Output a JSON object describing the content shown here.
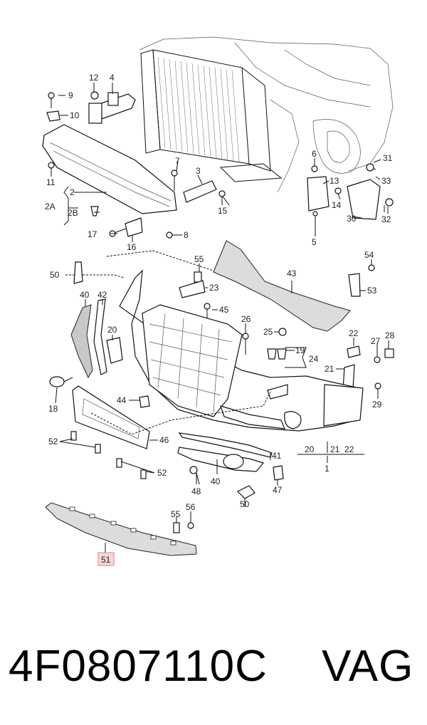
{
  "diagram": {
    "callouts": [
      {
        "id": "c12",
        "text": "12"
      },
      {
        "id": "c4",
        "text": "4"
      },
      {
        "id": "c9",
        "text": "9"
      },
      {
        "id": "c10",
        "text": "10"
      },
      {
        "id": "c11",
        "text": "11"
      },
      {
        "id": "c2",
        "text": "2"
      },
      {
        "id": "c2A",
        "text": "2A"
      },
      {
        "id": "c2B",
        "text": "2B"
      },
      {
        "id": "c17",
        "text": "17"
      },
      {
        "id": "c16",
        "text": "16"
      },
      {
        "id": "c8",
        "text": "8"
      },
      {
        "id": "c7",
        "text": "7"
      },
      {
        "id": "c3",
        "text": "3"
      },
      {
        "id": "c15",
        "text": "15"
      },
      {
        "id": "c6",
        "text": "6"
      },
      {
        "id": "c13",
        "text": "13"
      },
      {
        "id": "c14",
        "text": "14"
      },
      {
        "id": "c5",
        "text": "5"
      },
      {
        "id": "c31",
        "text": "31"
      },
      {
        "id": "c33",
        "text": "33"
      },
      {
        "id": "c30",
        "text": "30"
      },
      {
        "id": "c32",
        "text": "32"
      },
      {
        "id": "c50a",
        "text": "50"
      },
      {
        "id": "c55a",
        "text": "55"
      },
      {
        "id": "c23",
        "text": "23"
      },
      {
        "id": "c43",
        "text": "43"
      },
      {
        "id": "c54",
        "text": "54"
      },
      {
        "id": "c53",
        "text": "53"
      },
      {
        "id": "c40a",
        "text": "40"
      },
      {
        "id": "c42",
        "text": "42"
      },
      {
        "id": "c20a",
        "text": "20"
      },
      {
        "id": "c45",
        "text": "45"
      },
      {
        "id": "c26",
        "text": "26"
      },
      {
        "id": "c25",
        "text": "25"
      },
      {
        "id": "c19",
        "text": "19"
      },
      {
        "id": "c24",
        "text": "24"
      },
      {
        "id": "c22a",
        "text": "22"
      },
      {
        "id": "c27",
        "text": "27"
      },
      {
        "id": "c28",
        "text": "28"
      },
      {
        "id": "c21a",
        "text": "21"
      },
      {
        "id": "c18",
        "text": "18"
      },
      {
        "id": "c44",
        "text": "44"
      },
      {
        "id": "c29",
        "text": "29"
      },
      {
        "id": "c46",
        "text": "46"
      },
      {
        "id": "c52a",
        "text": "52"
      },
      {
        "id": "c41",
        "text": "41"
      },
      {
        "id": "c20b",
        "text": "20"
      },
      {
        "id": "c21b",
        "text": "21"
      },
      {
        "id": "c22b",
        "text": "22"
      },
      {
        "id": "c1",
        "text": "1"
      },
      {
        "id": "c52b",
        "text": "52"
      },
      {
        "id": "c40b",
        "text": "40"
      },
      {
        "id": "c48",
        "text": "48"
      },
      {
        "id": "c47",
        "text": "47"
      },
      {
        "id": "c50b",
        "text": "50"
      },
      {
        "id": "c55b",
        "text": "55"
      },
      {
        "id": "c56",
        "text": "56"
      },
      {
        "id": "c51",
        "text": "51"
      }
    ]
  },
  "footer": {
    "part_number": "4F0807110C",
    "brand": "VAG"
  }
}
